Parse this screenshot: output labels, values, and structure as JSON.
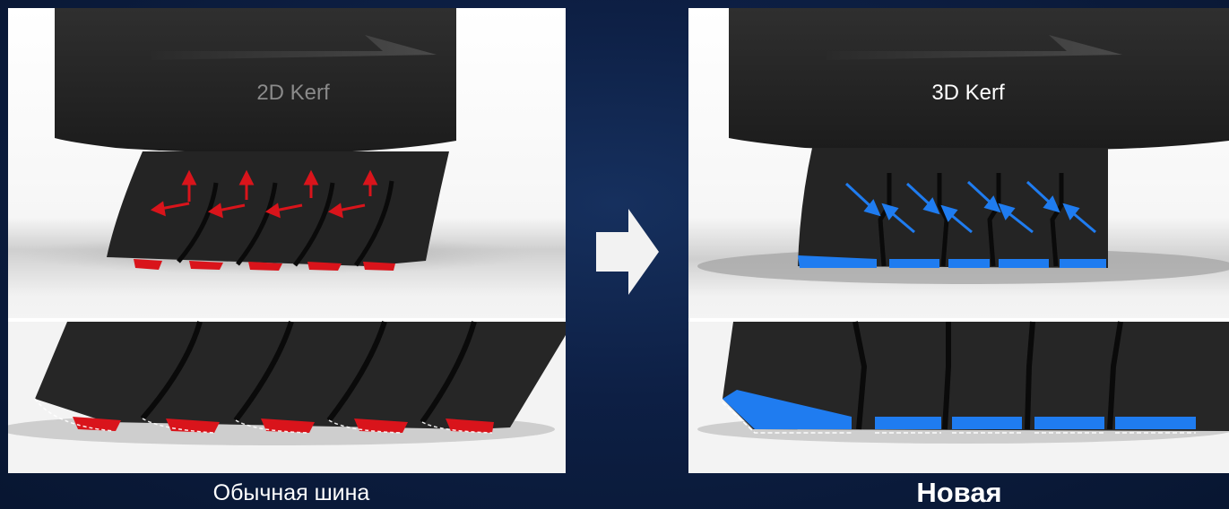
{
  "left_panel": {
    "label": "2D Kerf",
    "caption": "Обычная шина",
    "accent_color": "#d9141b"
  },
  "right_panel": {
    "label": "3D Kerf",
    "caption": "Новая",
    "accent_color": "#1f7cf0"
  },
  "transition_icon": "arrow-right-icon"
}
